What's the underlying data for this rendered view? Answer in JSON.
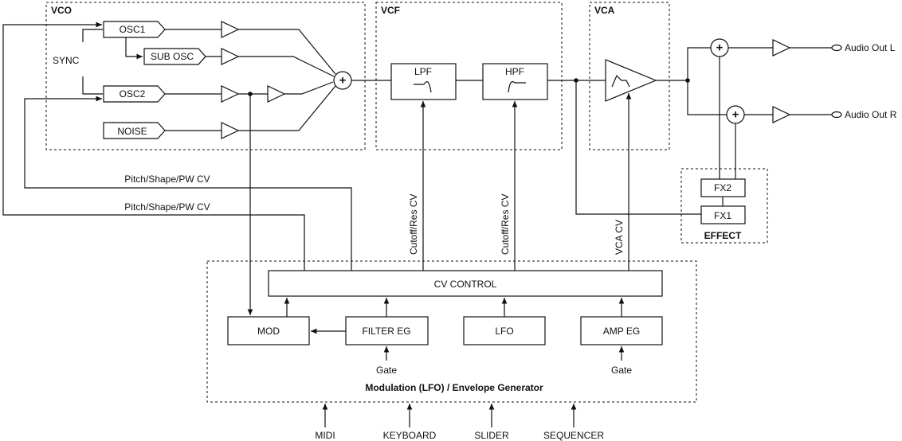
{
  "sections": {
    "vco": "VCO",
    "vcf": "VCF",
    "vca": "VCA",
    "effect": "EFFECT",
    "modulation": "Modulation (LFO) / Envelope Generator"
  },
  "vco": {
    "osc1": "OSC1",
    "sub_osc": "SUB OSC",
    "osc2": "OSC2",
    "noise": "NOISE",
    "sync": "SYNC",
    "mixer_symbol": "+"
  },
  "vcf": {
    "lpf": "LPF",
    "hpf": "HPF"
  },
  "effect": {
    "fx1": "FX1",
    "fx2": "FX2"
  },
  "outputs": {
    "mixer_symbol": "+",
    "audio_out_l": "Audio Out L",
    "audio_out_r": "Audio Out R"
  },
  "modulation": {
    "cv_control": "CV CONTROL",
    "mod": "MOD",
    "filter_eg": "FILTER EG",
    "lfo": "LFO",
    "amp_eg": "AMP EG",
    "gate_filter": "Gate",
    "gate_amp": "Gate"
  },
  "signals": {
    "pitch_cv_1": "Pitch/Shape/PW CV",
    "pitch_cv_2": "Pitch/Shape/PW CV",
    "cutoff_res_lpf": "Cutoff/Res CV",
    "cutoff_res_hpf": "Cutoff/Res CV",
    "vca_cv": "VCA CV"
  },
  "inputs": [
    "MIDI",
    "KEYBOARD",
    "SLIDER",
    "SEQUENCER"
  ]
}
